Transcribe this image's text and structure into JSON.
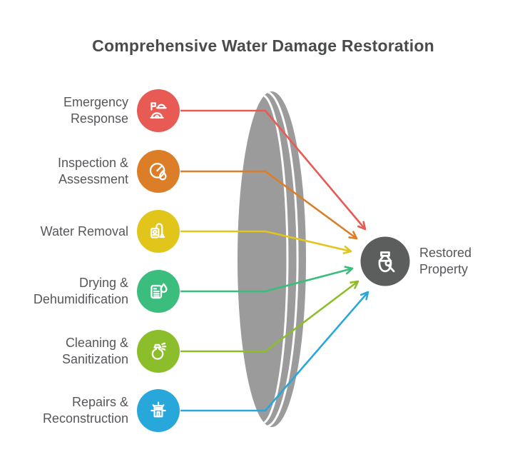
{
  "title": "Comprehensive Water Damage Restoration",
  "title_color": "#4a4c4c",
  "label_color": "#55575a",
  "background": "#ffffff",
  "lens_color": "#9b9b9b",
  "steps": [
    {
      "id": "emergency-response",
      "line1": "Emergency",
      "line2": "Response",
      "color": "#e85a54",
      "icon": "emergency-shelter-icon"
    },
    {
      "id": "inspection-assessment",
      "line1": "Inspection &",
      "line2": "Assessment",
      "color": "#dc7e27",
      "icon": "moisture-meter-icon"
    },
    {
      "id": "water-removal",
      "line1": "Water Removal",
      "line2": "",
      "color": "#e2c51b",
      "icon": "vacuum-icon"
    },
    {
      "id": "drying-dehumidification",
      "line1": "Drying &",
      "line2": "Dehumidification",
      "color": "#3abd7d",
      "icon": "dehumidifier-report-icon"
    },
    {
      "id": "cleaning-sanitization",
      "line1": "Cleaning &",
      "line2": "Sanitization",
      "color": "#8cbe2b",
      "icon": "spray-bottle-icon"
    },
    {
      "id": "repairs-reconstruction",
      "line1": "Repairs &",
      "line2": "Reconstruction",
      "color": "#28a7db",
      "icon": "building-icon"
    }
  ],
  "result": {
    "id": "restored-property",
    "line1": "Restored",
    "line2": "Property",
    "color": "#5c5e5d",
    "icon": "vase-restoration-icon"
  }
}
